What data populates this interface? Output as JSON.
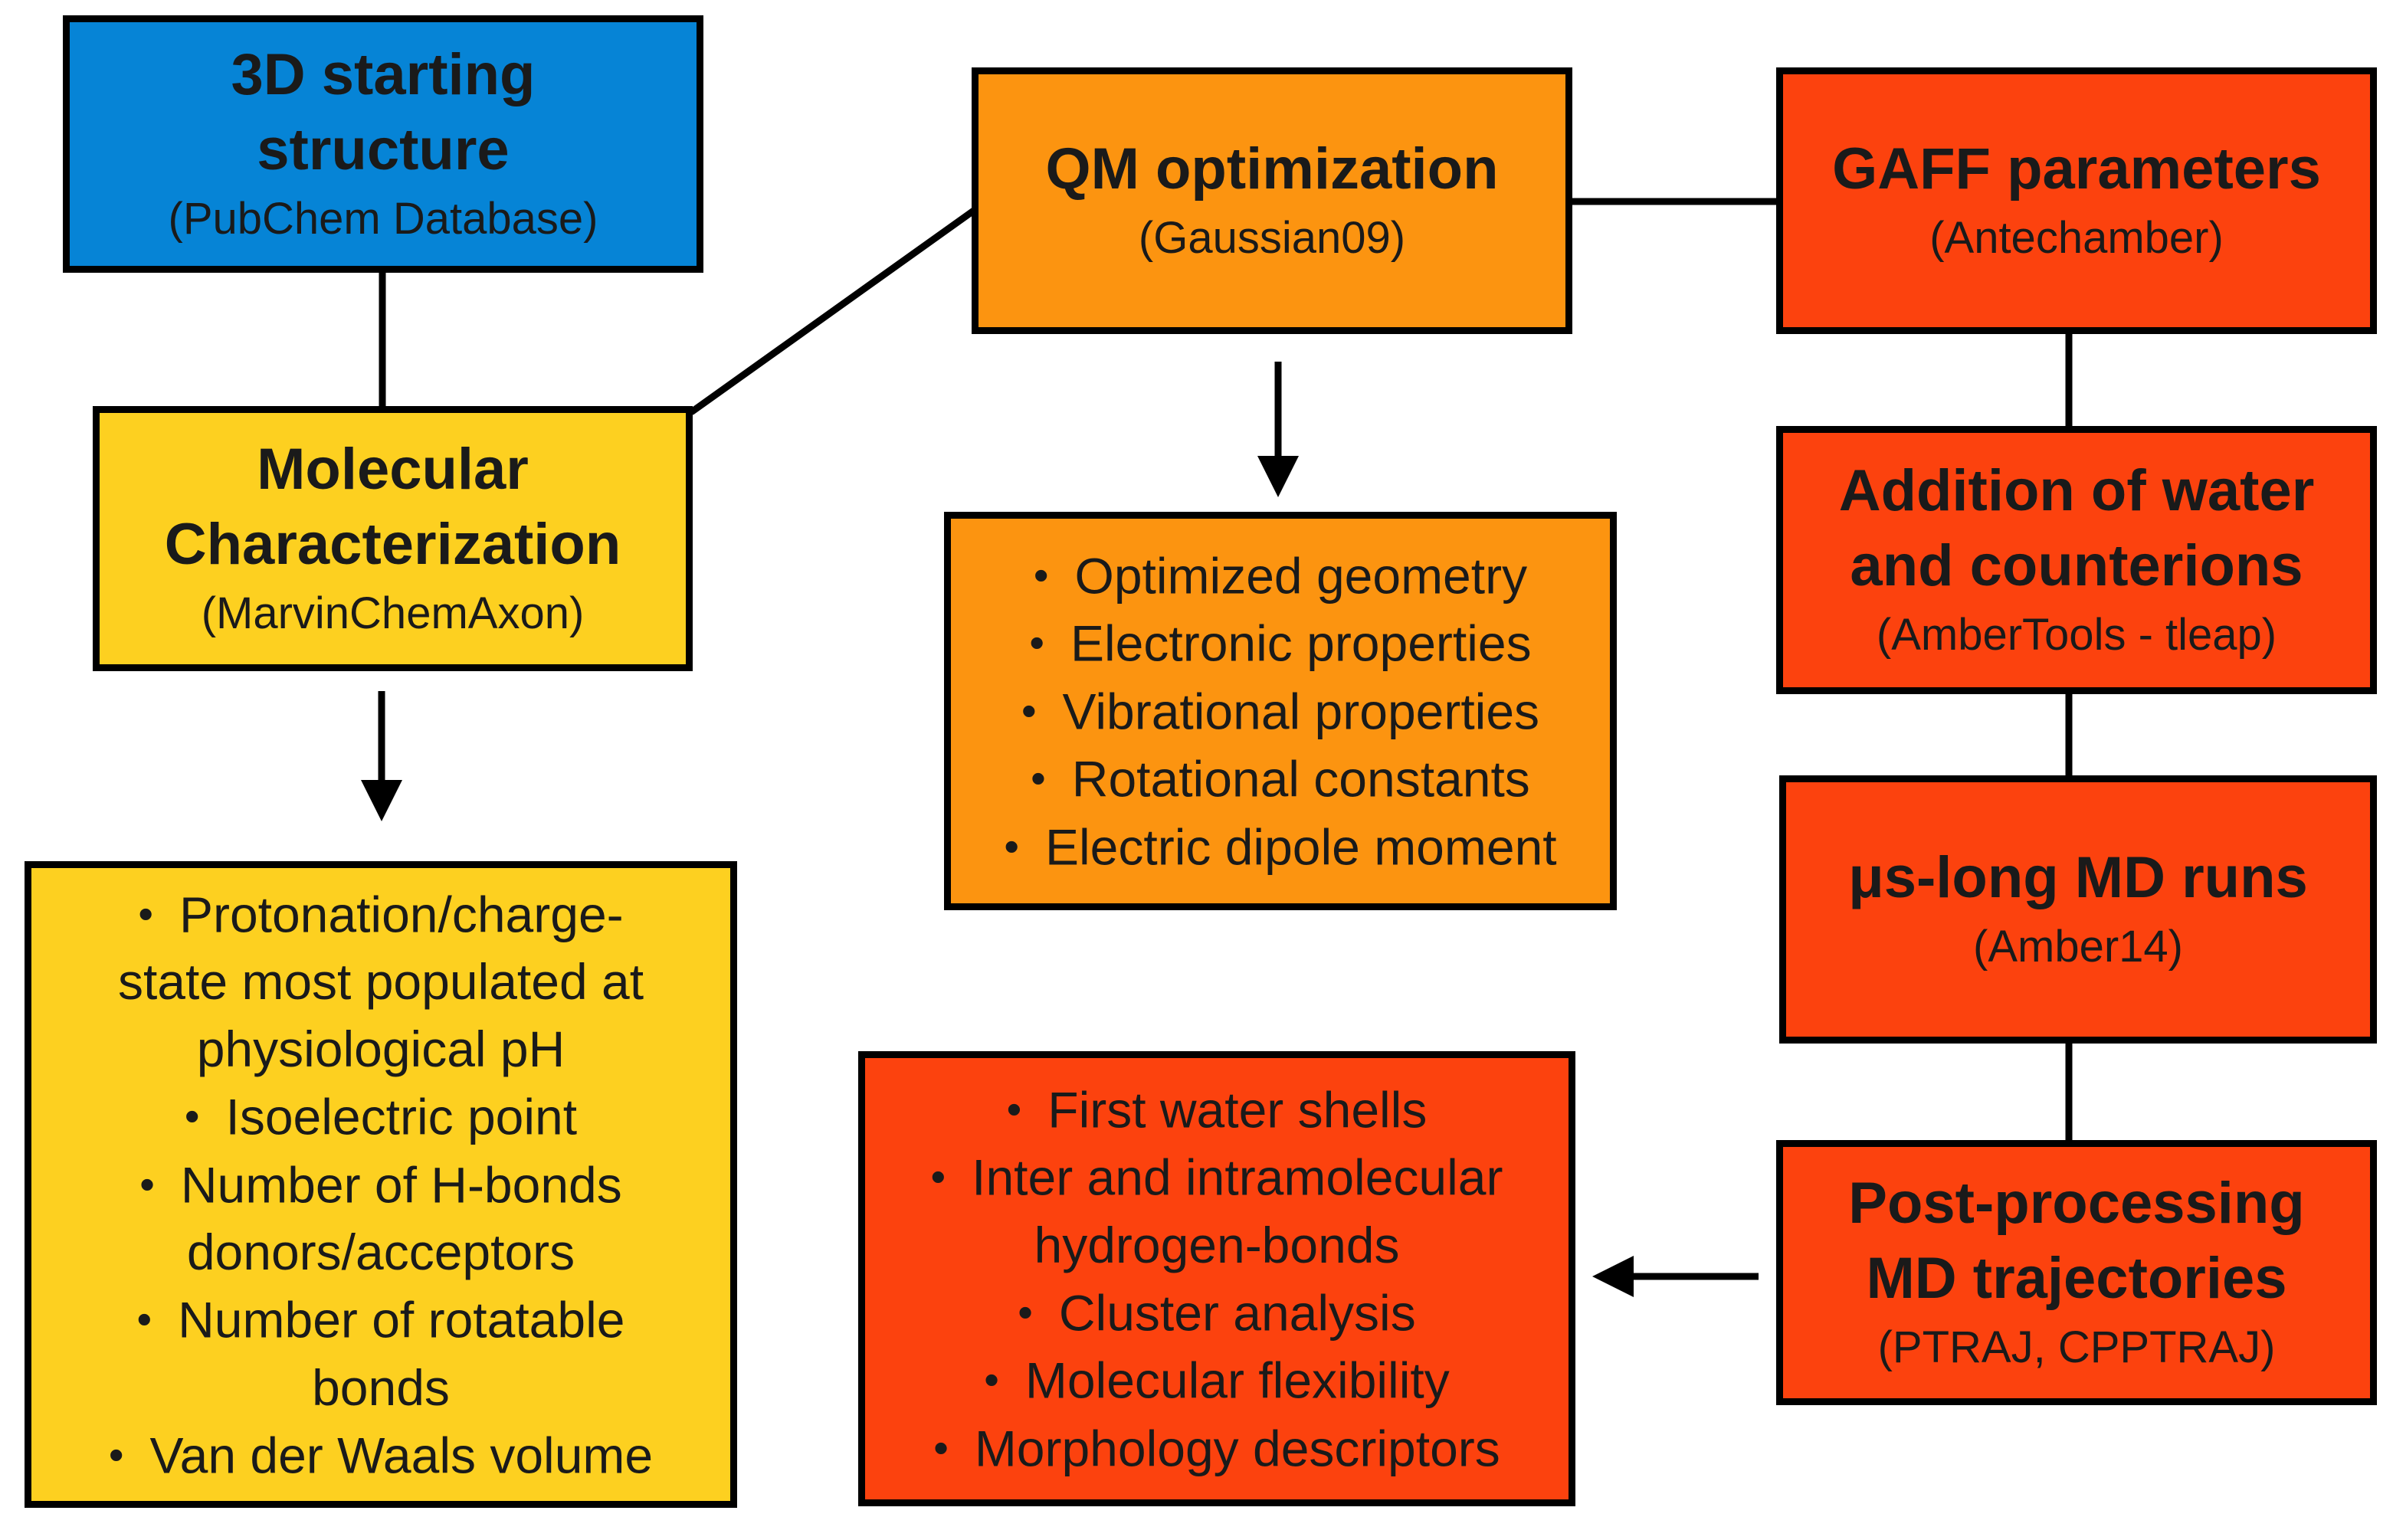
{
  "boxes": {
    "structure": {
      "title_line1": "3D starting",
      "title_line2": "structure",
      "subtitle": "(PubChem Database)"
    },
    "molecular": {
      "title_line1": "Molecular",
      "title_line2": "Characterization",
      "subtitle": "(MarvinChemAxon)"
    },
    "qm": {
      "title": "QM optimization",
      "subtitle": "(Gaussian09)"
    },
    "gaff": {
      "title": "GAFF parameters",
      "subtitle": "(Antechamber)"
    },
    "water": {
      "title_line1": "Addition of water",
      "title_line2": "and counterions",
      "subtitle": "(AmberTools - tleap)"
    },
    "md": {
      "title": "μs-long MD runs",
      "subtitle": "(Amber14)"
    },
    "post": {
      "title_line1": "Post-processing",
      "title_line2": "MD trajectories",
      "subtitle": "(PTRAJ, CPPTRAJ)"
    }
  },
  "qm_results": [
    "Optimized geometry",
    "Electronic properties",
    "Vibrational properties",
    "Rotational constants",
    "Electric dipole moment"
  ],
  "molecular_results": [
    {
      "line1": "Protonation/charge-",
      "line2": "state most populated at",
      "line3": "physiological pH"
    },
    {
      "line1": "Isoelectric point"
    },
    {
      "line1": "Number of H-bonds",
      "line2": "donors/acceptors"
    },
    {
      "line1": "Number of rotatable",
      "line2": "bonds"
    },
    {
      "line1": "Van der Waals volume"
    }
  ],
  "md_results": [
    {
      "line1": "First water shells"
    },
    {
      "line1": "Inter and intramolecular",
      "line2": "hydrogen-bonds"
    },
    {
      "line1": "Cluster analysis"
    },
    {
      "line1": "Molecular flexibility"
    },
    {
      "line1": "Morphology descriptors"
    }
  ],
  "bullet": "•",
  "colors": {
    "blue": "#0684d6",
    "yellow": "#fdd020",
    "orange": "#fc9410",
    "red": "#fc420e",
    "line": "#000000"
  }
}
